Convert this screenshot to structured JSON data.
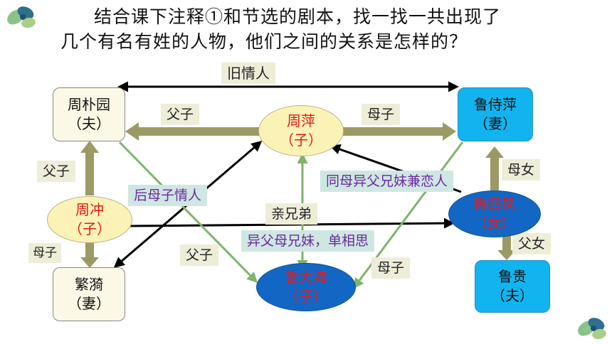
{
  "question": {
    "line1": "结合课下注释①和节选的剧本，找一找一共出现了",
    "line2": "几个有名有姓的人物，他们之间的关系是怎样的？"
  },
  "nodes": {
    "zhou_puyuan": {
      "name": "周朴园",
      "role": "（夫）"
    },
    "lu_shiping": {
      "name": "鲁侍萍",
      "role": "（妻）"
    },
    "zhou_ping": {
      "name": "周萍",
      "role": "（子）"
    },
    "zhou_chong": {
      "name": "周冲",
      "role": "（子）"
    },
    "fanyi": {
      "name": "繁漪",
      "role": "（妻）"
    },
    "lu_dahai": {
      "name": "鲁大海",
      "role": "（子）"
    },
    "lu_sifeng": {
      "name": "鲁四凤",
      "role": "（女）"
    },
    "lu_gui": {
      "name": "鲁贵",
      "role": "（夫）"
    }
  },
  "relations": {
    "old_lovers": "旧情人",
    "father_son_top": "父子",
    "mother_son_top": "母子",
    "father_son_left": "父子",
    "stepmother_love": "后母子情人",
    "half_siblings_love": "同母异父兄妹兼恋人",
    "mother_daughter": "母女",
    "blood_brothers": "亲兄弟",
    "half_siblings_crush": "异父母兄妹，单相思",
    "mother_son_left": "母子",
    "father_son_bottom": "父子",
    "mother_son_bottom": "母子",
    "father_daughter": "父女"
  },
  "colors": {
    "olive_arrow": "#9c9a64",
    "green_arrow": "#7fb46c",
    "black_arrow": "#000000"
  },
  "icons": [
    "leaf-icon"
  ]
}
